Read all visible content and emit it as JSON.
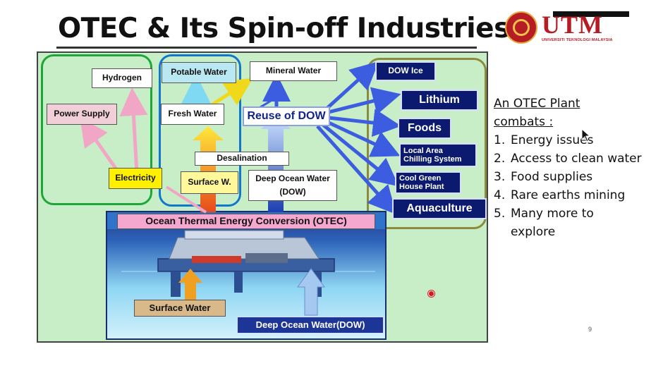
{
  "slide": {
    "title": "OTEC & Its Spin-off Industries",
    "page_number": "9"
  },
  "logo": {
    "name": "UTM",
    "subtitle": "UNIVERSITI TEKNOLOGI MALAYSIA"
  },
  "diagram": {
    "hydrogen": "Hydrogen",
    "power_supply": "Power Supply",
    "electricity": "Electricity",
    "potable_water": "Potable Water",
    "fresh_water": "Fresh Water",
    "desalination": "Desalination",
    "surface_w": "Surface W.",
    "mineral_water": "Mineral Water",
    "reuse_of_dow": "Reuse of DOW",
    "deep_ocean_water_line1": "Deep Ocean Water",
    "deep_ocean_water_line2": "(DOW)",
    "otec_banner": "Ocean Thermal Energy Conversion (OTEC)",
    "surface_water": "Surface Water",
    "deep_ocean_water_dow": "Deep Ocean Water(DOW)",
    "outputs": {
      "dow_ice": "DOW Ice",
      "lithium": "Lithium",
      "foods": "Foods",
      "local_area_line1": "Local Area",
      "local_area_line2": "Chilling System",
      "cool_green_line1": "Cool Green",
      "cool_green_line2": "House Plant",
      "aquaculture": "Aquaculture"
    }
  },
  "bullets": {
    "heading_line1": "An OTEC Plant",
    "heading_line2": "combats :",
    "items": [
      {
        "num": "1.",
        "text": "Energy issues"
      },
      {
        "num": "2.",
        "text": "Access to clean water"
      },
      {
        "num": "3.",
        "text": "Food supplies"
      },
      {
        "num": "4.",
        "text": "Rare earths mining"
      },
      {
        "num": "5.",
        "text": "Many more to explore"
      }
    ]
  }
}
